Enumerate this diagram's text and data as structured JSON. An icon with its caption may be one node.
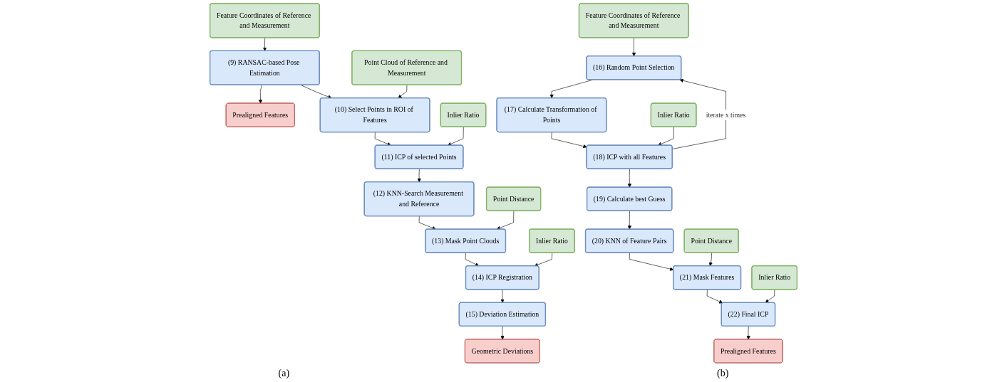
{
  "diagram": {
    "nodes": [
      {
        "text": [
          "Feature Coordinates of Reference and Measurement"
        ]
      },
      {
        "text": [
          "(9) RANSAC-based Pose Estimation"
        ]
      },
      {
        "text": [
          "Prealigned Features"
        ]
      },
      {
        "text": [
          "Point Cloud of Reference and Measurement"
        ]
      },
      {
        "text": [
          "(10) Select Points in ROI of Features"
        ]
      },
      {
        "text": [
          "Inlier Ratio"
        ]
      },
      {
        "text": [
          "(11) ICP of selected Points"
        ]
      },
      {
        "text": [
          "(12) KNN-Search Measurement and Reference"
        ]
      },
      {
        "text": [
          "Point Distance"
        ]
      },
      {
        "text": [
          "(13) Mask Point Clouds"
        ]
      },
      {
        "text": [
          "Inlier Ratio"
        ]
      },
      {
        "text": [
          "(14) ICP Registration"
        ]
      },
      {
        "text": [
          "(15) Deviation Estimation"
        ]
      },
      {
        "text": [
          "Geometric Deviations"
        ]
      },
      {
        "text": [
          "Feature Coordinates of Reference and Measurement"
        ]
      },
      {
        "text": [
          "(16) Random Point Selection"
        ]
      },
      {
        "text": [
          "(17) Calculate Transformation of Points"
        ]
      },
      {
        "text": [
          "Inlier Ratio"
        ]
      },
      {
        "text": [
          "(18) ICP with all Features"
        ]
      },
      {
        "text": [
          "(19) Calculate best Guess"
        ]
      },
      {
        "text": [
          "(20) KNN of Feature Pairs"
        ]
      },
      {
        "text": [
          "Point Distance"
        ]
      },
      {
        "text": [
          "(21) Mask Features"
        ]
      },
      {
        "text": [
          "Inlier Ratio"
        ]
      },
      {
        "text": [
          "(22) Final ICP"
        ]
      },
      {
        "text": [
          "Prealigned Features"
        ]
      }
    ],
    "edges": [
      {
        "from": 0,
        "to": 1,
        "arrow": "to"
      },
      {
        "from": 1,
        "to": 2,
        "arrow": "to"
      },
      {
        "from": 1,
        "to": 4,
        "arrow": "to"
      },
      {
        "from": 3,
        "to": 4,
        "arrow": "to"
      },
      {
        "from": 4,
        "to": 6,
        "arrow": "to"
      },
      {
        "from": 5,
        "to": 6,
        "arrow": "to"
      },
      {
        "from": 6,
        "to": 7,
        "arrow": "to"
      },
      {
        "from": 7,
        "to": 9,
        "arrow": "to"
      },
      {
        "from": 8,
        "to": 9,
        "arrow": "to"
      },
      {
        "from": 9,
        "to": 11,
        "arrow": "to"
      },
      {
        "from": 10,
        "to": 11,
        "arrow": "to"
      },
      {
        "from": 11,
        "to": 12,
        "arrow": "to"
      },
      {
        "from": 12,
        "to": 13,
        "arrow": "to"
      },
      {
        "from": 14,
        "to": 15,
        "arrow": "to"
      },
      {
        "from": 15,
        "to": 16,
        "arrow": "to"
      },
      {
        "from": 16,
        "to": 18,
        "arrow": "to"
      },
      {
        "from": 17,
        "to": 18,
        "arrow": "to"
      },
      {
        "from": 18,
        "to": 15,
        "arrow": "to",
        "label": "iterate x times"
      },
      {
        "from": 18,
        "to": 19,
        "arrow": "to"
      },
      {
        "from": 19,
        "to": 20,
        "arrow": "to"
      },
      {
        "from": 20,
        "to": 22,
        "arrow": "to"
      },
      {
        "from": 21,
        "to": 22,
        "arrow": "to"
      },
      {
        "from": 22,
        "to": 24,
        "arrow": "to"
      },
      {
        "from": 23,
        "to": 24,
        "arrow": "to"
      },
      {
        "from": 24,
        "to": 25,
        "arrow": "to"
      }
    ],
    "labels": [
      "(a)",
      "(b)"
    ]
  }
}
